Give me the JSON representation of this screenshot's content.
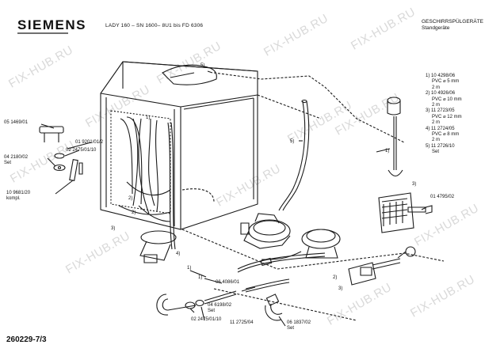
{
  "header": {
    "brand": "SIEMENS",
    "model_line": "LADY 160 – SN 1600– 8U1  bis FD 6306",
    "category": "GESCHIRRSPÜLGERÄTE",
    "subcategory": "Standgeräte"
  },
  "doc_id": "260229-7/3",
  "watermark": "FIX-HUB.RU",
  "callouts": [
    "05 1469/01",
    "01 9201/01/2",
    "02 2475/01/10",
    "04 2180/02",
    "Set",
    "10 9681/20",
    "kompl.",
    "01 4795/02",
    "06 4086/01",
    "04 6198/02",
    "Set",
    "02 2475/01/10",
    "11 2725/04",
    "06 1837/02",
    "Set"
  ],
  "ref_numbers": [
    "1)",
    "2)",
    "3)",
    "4)",
    "5)"
  ],
  "legend": [
    {
      "ref": "1)",
      "part": "10 4298/06",
      "spec": "PVC ⌀ 5 mm",
      "length": "2 m"
    },
    {
      "ref": "2)",
      "part": "10 4926/06",
      "spec": "PVC ⌀ 10 mm",
      "length": "2 m"
    },
    {
      "ref": "3)",
      "part": "11 2723/05",
      "spec": "PVC ⌀ 12 mm",
      "length": "2 m"
    },
    {
      "ref": "4)",
      "part": "11 2724/05",
      "spec": "PVC ⌀ 8 mm",
      "length": "2 m"
    },
    {
      "ref": "5)",
      "part": "11 2726/10",
      "spec": "Set",
      "length": ""
    }
  ]
}
